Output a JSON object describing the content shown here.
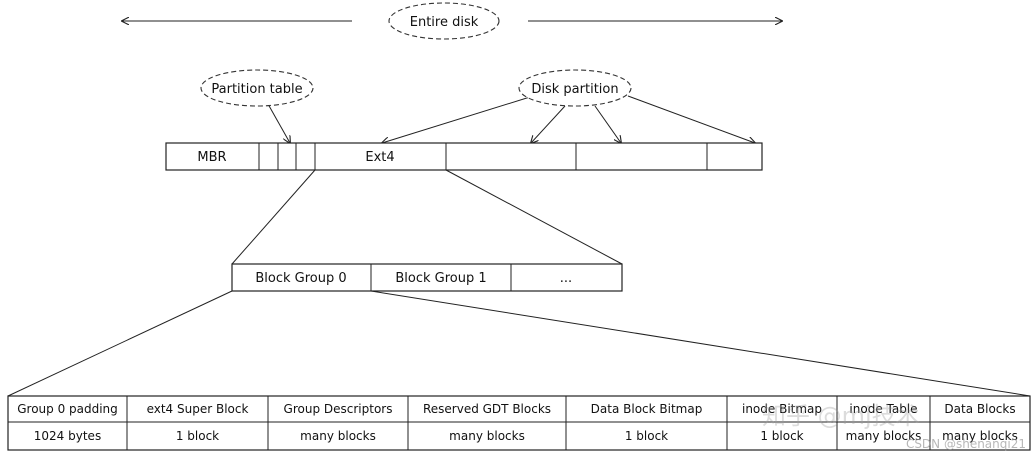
{
  "labels": {
    "entire_disk": "Entire disk",
    "partition_table": "Partition table",
    "disk_partition": "Disk partition",
    "mbr": "MBR",
    "ext4": "Ext4",
    "block_group_0": "Block Group 0",
    "block_group_1": "Block Group 1",
    "ellipsis": "..."
  },
  "layout_table": {
    "headers": [
      "Group 0 padding",
      "ext4 Super Block",
      "Group Descriptors",
      "Reserved GDT Blocks",
      "Data Block Bitmap",
      "inode Bitmap",
      "inode Table",
      "Data Blocks"
    ],
    "sizes": [
      "1024 bytes",
      "1 block",
      "many blocks",
      "many blocks",
      "1 block",
      "1 block",
      "many blocks",
      "many blocks"
    ]
  },
  "watermark": {
    "zhihu": "知乎 @mj技术",
    "csdn": "CSDN @shenanqi21"
  }
}
